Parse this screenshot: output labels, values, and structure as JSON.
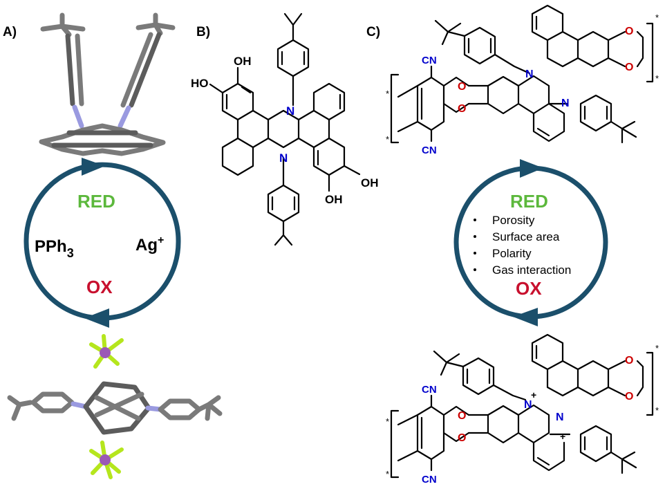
{
  "panels": {
    "a": "A)",
    "b": "B)",
    "c": "C)"
  },
  "cycle_a": {
    "red": "RED",
    "ox": "OX",
    "left": "PPh",
    "left_sub": "3",
    "right": "Ag",
    "right_sup": "+"
  },
  "cycle_c": {
    "red": "RED",
    "ox": "OX",
    "bullets": [
      "Porosity",
      "Surface area",
      "Polarity",
      "Gas interaction"
    ]
  },
  "atoms": {
    "oh": "OH",
    "ho": "HO",
    "n": "N",
    "o": "O",
    "cn": "CN",
    "nplus": "N",
    "plus": "+",
    "star": "*"
  },
  "colors": {
    "red_label": "#5cb83c",
    "ox_label": "#c8102e",
    "arrow": "#1b4f6b",
    "nitrogen": "#0000cc",
    "oxygen": "#cc0000",
    "bond": "#000000",
    "stick": "#7a7a7a",
    "fluorine": "#b5e61d",
    "phosphorus": "#9b59b6"
  }
}
